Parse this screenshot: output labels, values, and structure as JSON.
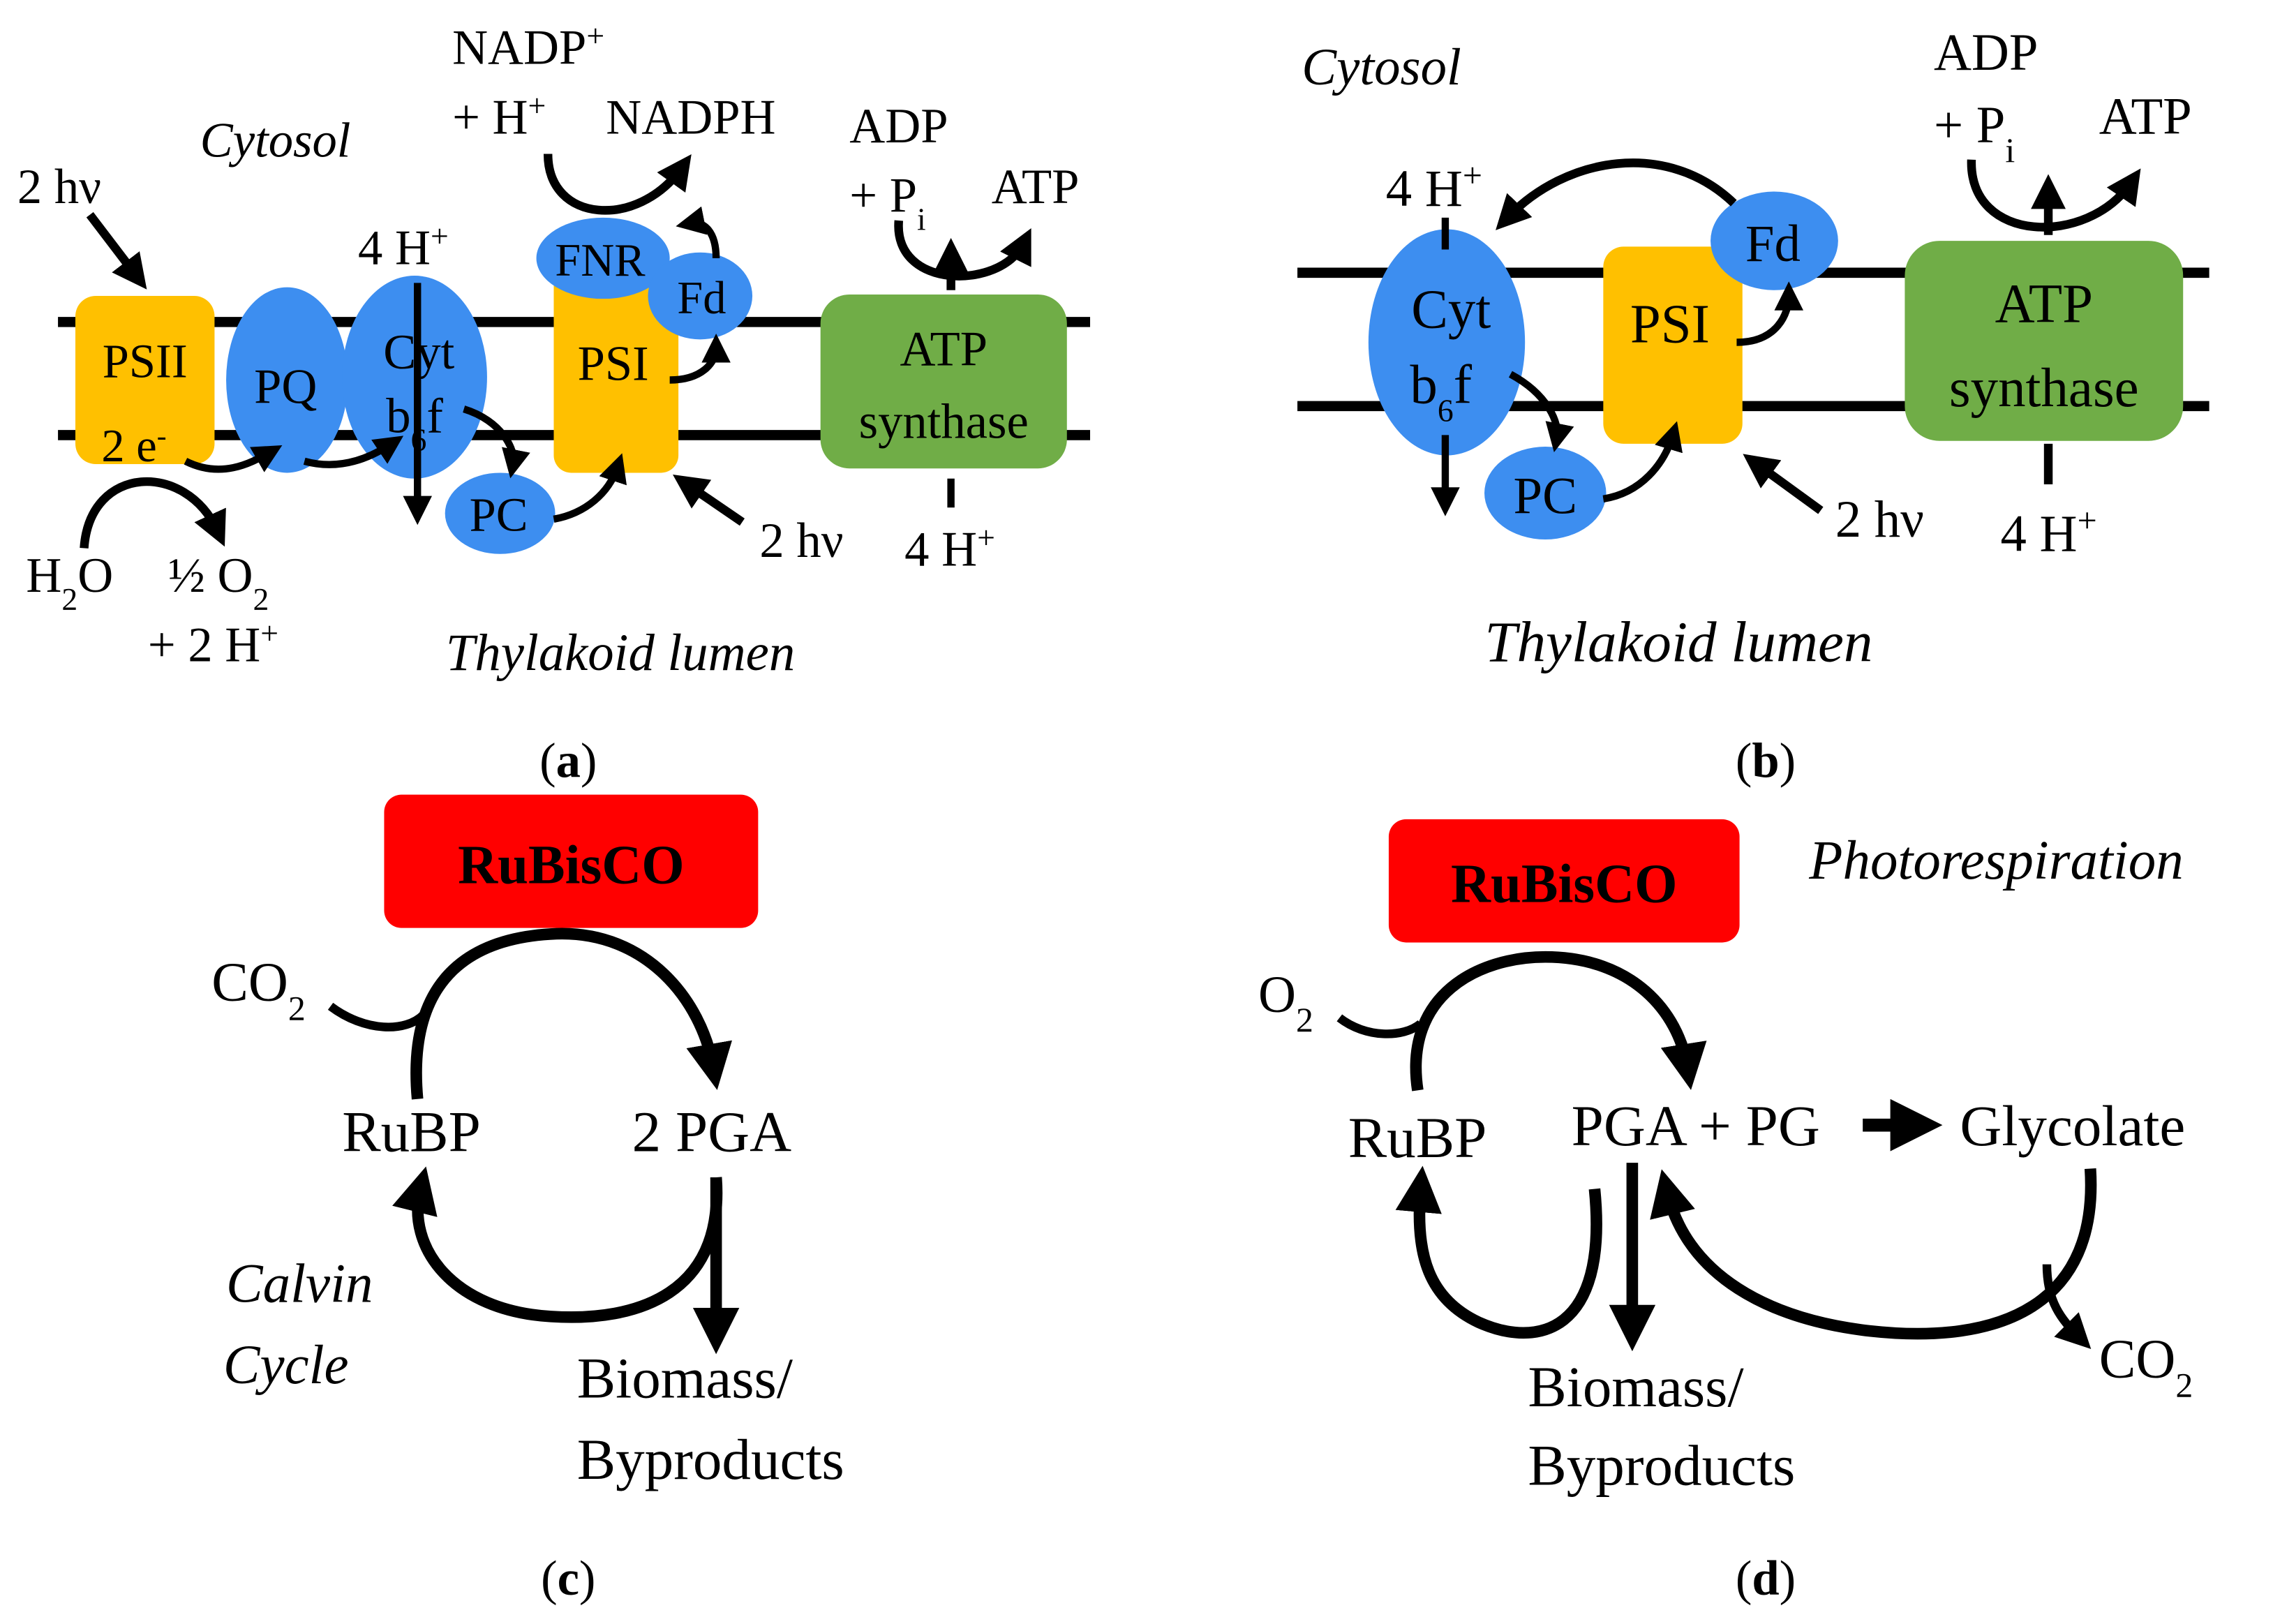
{
  "colors": {
    "psii": "#FFC000",
    "psi": "#FFC000",
    "blue": "#3D8EF0",
    "atp_synthase": "#70AD47",
    "rubisco": "#FF0000",
    "rubisco_text": "#222222",
    "ink": "#000000"
  },
  "panel_a": {
    "label": "(a)",
    "cytosol": "Cytosol",
    "lumen": "Thylakoid lumen",
    "light_psii": "2 hν",
    "light_psi": "2 hν",
    "psii": "PSII",
    "pq": "PQ",
    "cyt_top": "Cyt",
    "cyt_bottom": "b6f",
    "pc": "PC",
    "psi": "PSI",
    "fnr": "FNR",
    "fd": "Fd",
    "atp_syn_1": "ATP",
    "atp_syn_2": "synthase",
    "electrons": "2 e-",
    "water": "H2O",
    "oxygen": "½ O2",
    "protons_out": "+ 2 H+",
    "cyt_protons": "4 H+",
    "atp_protons": "4 H+",
    "nadp": "NADP+",
    "nadp_h": "+ H+",
    "nadph": "NADPH",
    "adp": "ADP",
    "pi": "+ Pi",
    "atp": "ATP"
  },
  "panel_b": {
    "label": "(b)",
    "cytosol": "Cytosol",
    "lumen": "Thylakoid lumen",
    "cyt_protons": "4 H+",
    "cyt_top": "Cyt",
    "cyt_bottom": "b6f",
    "pc": "PC",
    "psi": "PSI",
    "fd": "Fd",
    "light": "2 hν",
    "atp_syn_1": "ATP",
    "atp_syn_2": "synthase",
    "atp_protons": "4 H+",
    "adp": "ADP",
    "pi": "+ Pi",
    "atp": "ATP"
  },
  "panel_c": {
    "label": "(c)",
    "rubisco": "RuBisCO",
    "co2": "CO2",
    "rubp": "RuBP",
    "pga": "2 PGA",
    "calvin": "Calvin",
    "cycle": "Cycle",
    "biomass": "Biomass/",
    "byproducts": "Byproducts"
  },
  "panel_d": {
    "label": "(d)",
    "rubisco": "RuBisCO",
    "photorespiration": "Photorespiration",
    "o2": "O2",
    "rubp": "RuBP",
    "pga_pg": "PGA + PG",
    "glycolate": "Glycolate",
    "co2": "CO2",
    "biomass": "Biomass/",
    "byproducts": "Byproducts"
  }
}
